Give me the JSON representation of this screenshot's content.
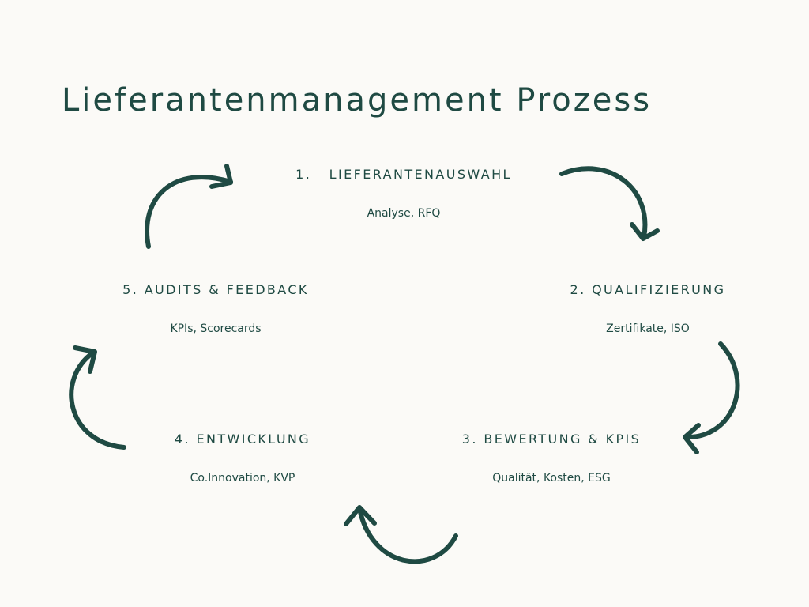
{
  "title": "Lieferantenmanagement Prozess",
  "colors": {
    "accent": "#1f4a43",
    "background": "#fbfaf7"
  },
  "steps": [
    {
      "heading": "1.   LIEFERANTENAUSWAHL",
      "sub": "Analyse, RFQ"
    },
    {
      "heading": "2. QUALIFIZIERUNG",
      "sub": "Zertifikate, ISO"
    },
    {
      "heading": "3. BEWERTUNG & KPIS",
      "sub": "Qualität, Kosten, ESG"
    },
    {
      "heading": "4. ENTWICKLUNG",
      "sub": "Co.Innovation, KVP"
    },
    {
      "heading": "5. AUDITS & FEEDBACK",
      "sub": "KPIs, Scorecards"
    }
  ]
}
